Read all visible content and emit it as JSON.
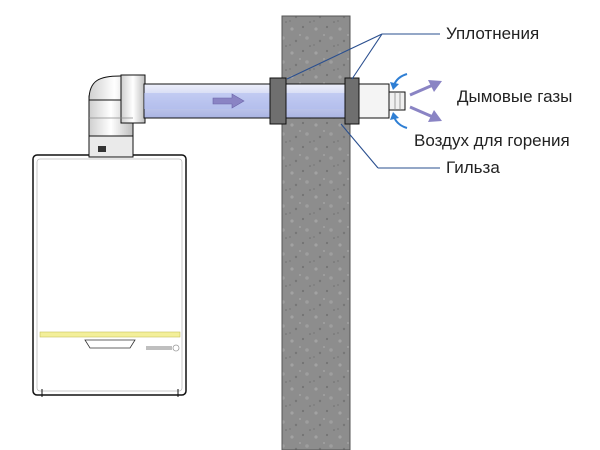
{
  "labels": {
    "seals": "Уплотнения",
    "flue_gases": "Дымовые газы",
    "combustion_air": "Воздух для горения",
    "sleeve": "Гильза"
  },
  "colors": {
    "wall_fill": "#8a8a8a",
    "pipe_fill": "#d4d9f2",
    "pipe_inner": "#a9b8ea",
    "leader_line": "#2a4f8f",
    "arrow_flue": "#8a84c4",
    "arrow_air": "#2f7fd4",
    "boiler_strip": "#f3ef9a",
    "outline": "#111111"
  },
  "icons": [
    "flow-arrow-icon",
    "flue-gas-arrow-icon",
    "air-inflow-arrow-icon",
    "brand-logo-icon"
  ]
}
